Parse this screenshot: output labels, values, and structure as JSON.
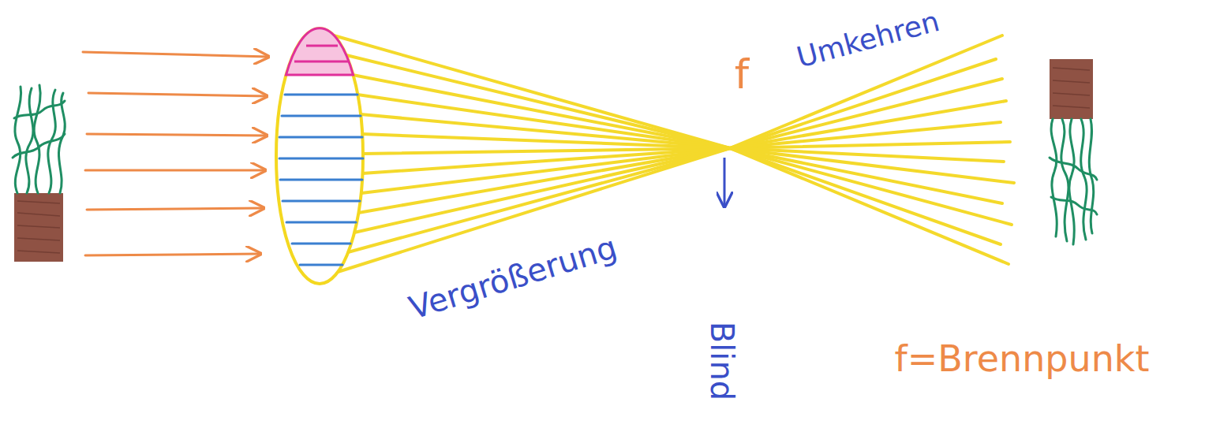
{
  "diagram": {
    "labels": [
      "f",
      "Umkehren",
      "Vergrößerung",
      "Blind",
      "f=Brennpunkt"
    ]
  }
}
